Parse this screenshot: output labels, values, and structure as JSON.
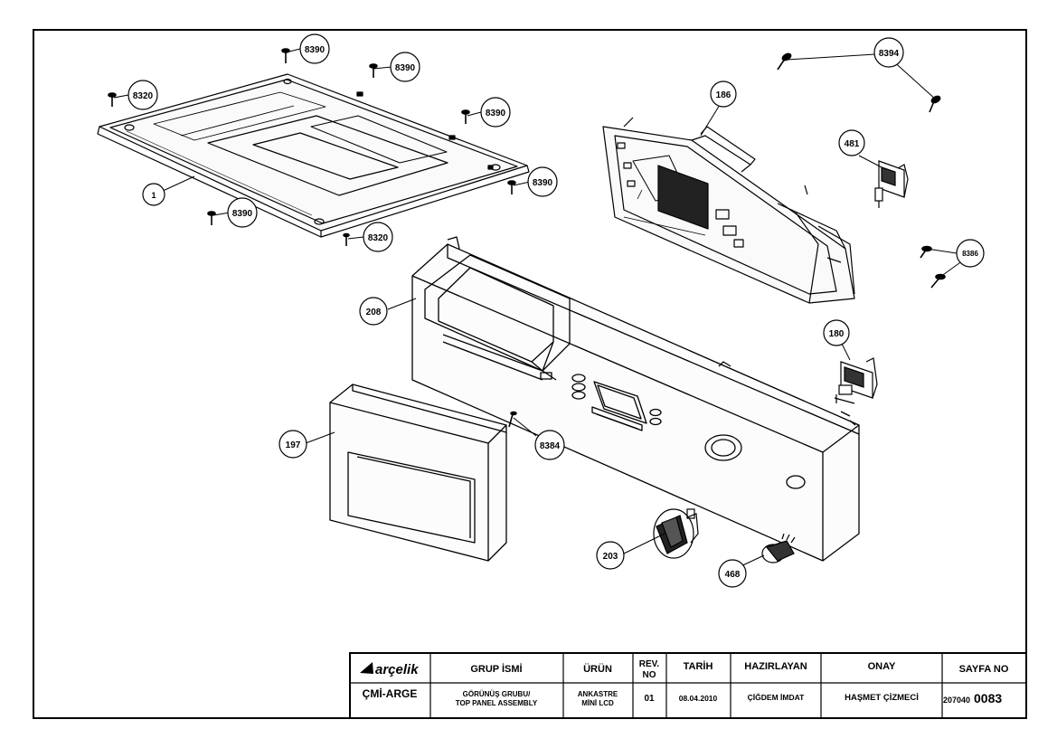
{
  "callouts": [
    {
      "label": "8390"
    },
    {
      "label": "8390"
    },
    {
      "label": "8320"
    },
    {
      "label": "8390"
    },
    {
      "label": "1"
    },
    {
      "label": "8390"
    },
    {
      "label": "8390"
    },
    {
      "label": "8320"
    },
    {
      "label": "8394"
    },
    {
      "label": "186"
    },
    {
      "label": "481"
    },
    {
      "label": "8386"
    },
    {
      "label": "208"
    },
    {
      "label": "180"
    },
    {
      "label": "197"
    },
    {
      "label": "8384"
    },
    {
      "label": "203"
    },
    {
      "label": "468"
    }
  ],
  "title_block": {
    "brand": "arçelik",
    "department": "ÇMİ-ARGE",
    "group_header": "GRUP İSMİ",
    "group_line1": "GÖRÜNÜŞ GRUBU/",
    "group_line2": "TOP PANEL ASSEMBLY",
    "product_header": "ÜRÜN",
    "product_line1": "ANKASTRE",
    "product_line2": "MİNİ LCD",
    "rev_header_line1": "REV.",
    "rev_header_line2": "NO",
    "rev_value": "01",
    "date_header": "TARİH",
    "date_value": "08.04.2010",
    "prepared_header": "HAZIRLAYAN",
    "prepared_value": "ÇİĞDEM İMDAT",
    "approval_header": "ONAY",
    "approval_value": "HAŞMET ÇİZMECİ",
    "page_header": "SAYFA NO",
    "page_prefix": "207040",
    "page_number": "0083"
  }
}
